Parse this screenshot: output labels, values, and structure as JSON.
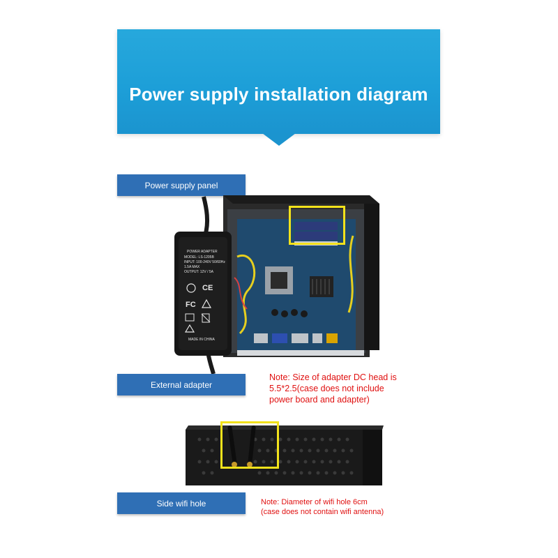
{
  "banner": {
    "title": "Power supply installation diagram",
    "color": "#1d9fd8"
  },
  "labels": {
    "power_panel": "Power supply panel",
    "external_adapter": "External adapter",
    "side_wifi_hole": "Side wifi hole",
    "color": "#2f6fb5"
  },
  "notes": {
    "adapter": "Note: Size of adapter DC head is\n5.5*2.5(case does not include\npower board and adapter)",
    "wifi": "Note: Diameter of wifi hole 6cm\n(case does not contain wifi antenna)",
    "color": "#e01010"
  },
  "adapter_label": {
    "lines": [
      "POWER ADAPTER",
      "MODEL: LS-1205B",
      "INPUT: 100-240V 50/60Hz",
      "1.5A MAX",
      "OUTPUT: 12V / 5A"
    ],
    "made_in": "MADE IN CHINA",
    "ce": "CE",
    "fc": "FC"
  },
  "highlight_color": "#f2e21b"
}
